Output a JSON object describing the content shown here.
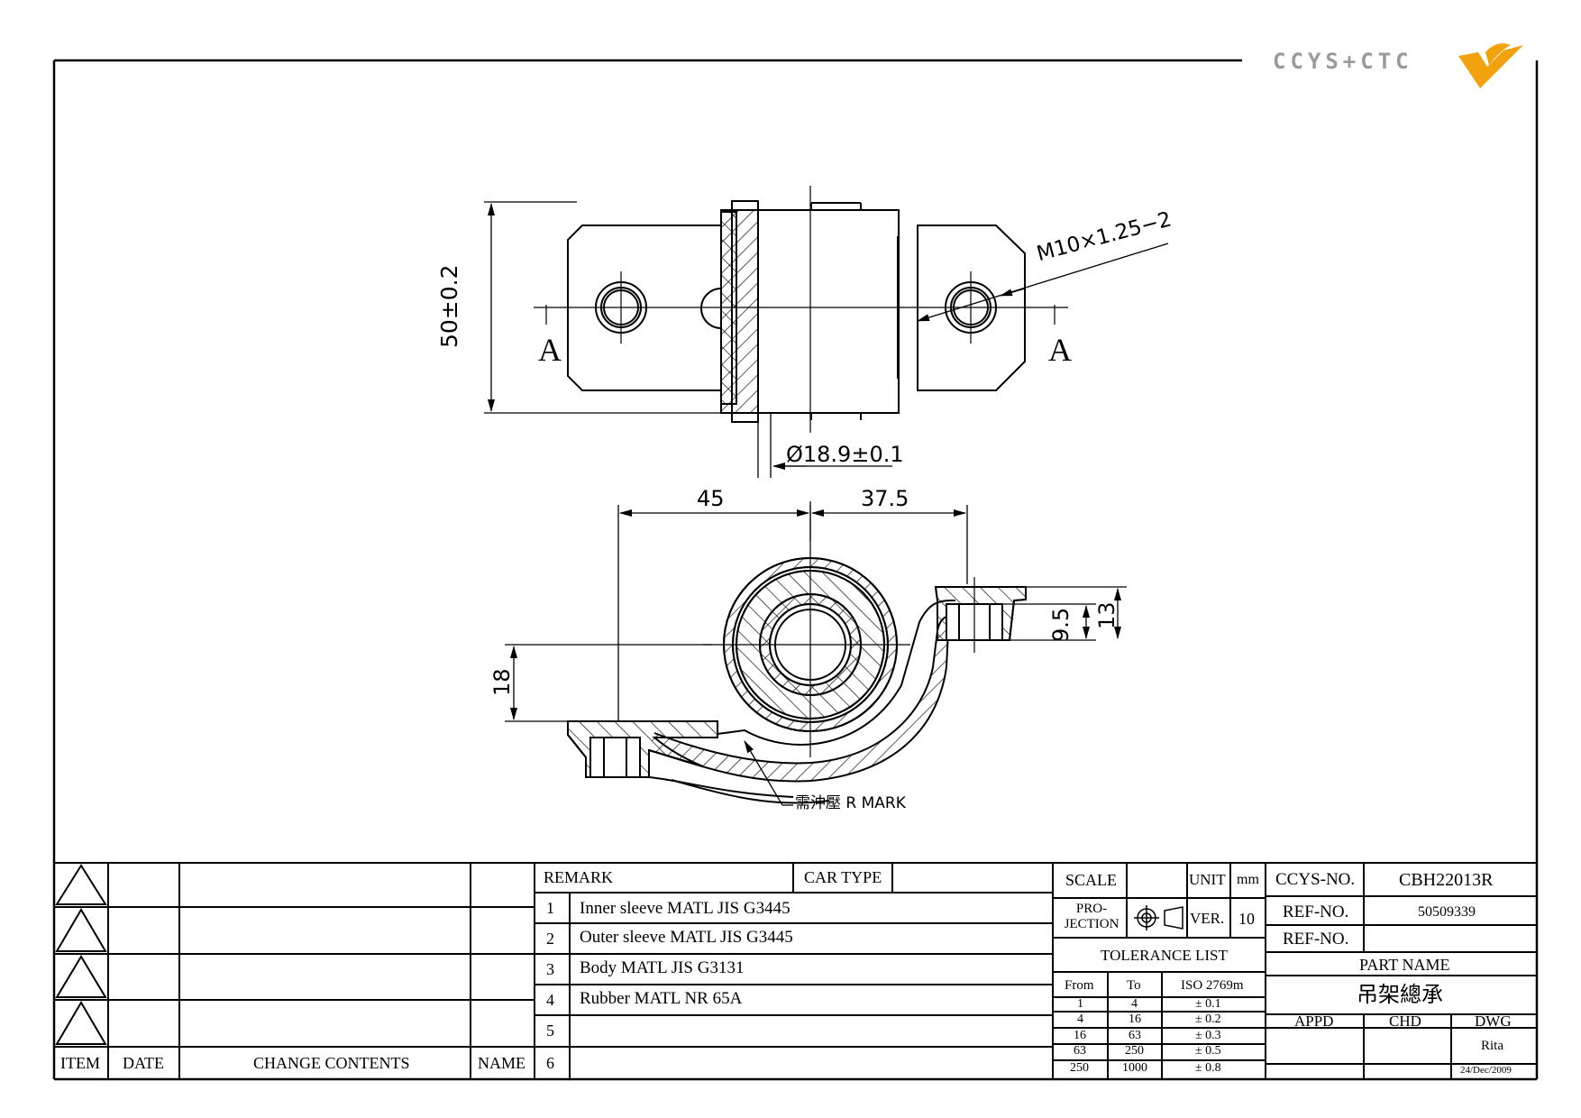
{
  "logo": {
    "text": "CCYS+CTC",
    "colors": {
      "letters": "#9a9a9a",
      "emblem": "#f2a20c"
    }
  },
  "drawing": {
    "dimensions": {
      "height": "50±0.2",
      "thread": "M10×1.25−2",
      "diameter": "Ø18.9±0.1",
      "left_length": "45",
      "right_length": "37.5",
      "nut_inner": "9.5",
      "nut_outer": "13",
      "axis_height": "18"
    },
    "section_marks": {
      "left": "A",
      "right": "A"
    },
    "callout": "需沖壓  R MARK"
  },
  "revision_block": {
    "headers": {
      "item": "ITEM",
      "date": "DATE",
      "change_contents": "CHANGE CONTENTS",
      "name": "NAME"
    }
  },
  "remarks": {
    "remark_label": "REMARK",
    "car_type_label": "CAR TYPE",
    "car_type_value": "",
    "items": [
      {
        "no": "1",
        "text": "Inner sleeve MATL JIS G3445"
      },
      {
        "no": "2",
        "text": "Outer sleeve MATL JIS G3445"
      },
      {
        "no": "3",
        "text": "Body MATL JIS G3131"
      },
      {
        "no": "4",
        "text": "Rubber MATL NR 65A"
      },
      {
        "no": "5",
        "text": ""
      },
      {
        "no": "6",
        "text": ""
      }
    ]
  },
  "tolerance": {
    "scale_label": "SCALE",
    "scale_value": "",
    "unit_label": "UNIT",
    "unit_value": "mm",
    "projection_label": "PRO-JECTION",
    "ver_label": "VER.",
    "ver_value": "10",
    "list_title": "TOLERANCE LIST",
    "headers": {
      "from": "From",
      "to": "To",
      "iso": "ISO 2769m"
    },
    "rows": [
      {
        "from": "1",
        "to": "4",
        "tol": "± 0.1"
      },
      {
        "from": "4",
        "to": "16",
        "tol": "± 0.2"
      },
      {
        "from": "16",
        "to": "63",
        "tol": "± 0.3"
      },
      {
        "from": "63",
        "to": "250",
        "tol": "± 0.5"
      },
      {
        "from": "250",
        "to": "1000",
        "tol": "± 0.8"
      }
    ]
  },
  "title_block": {
    "ccys_no_label": "CCYS-NO.",
    "ccys_no_value": "CBH22013R",
    "ref_no_label": "REF-NO.",
    "ref_no_value": "50509339",
    "ref_no2_label": "REF-NO.",
    "ref_no2_value": "",
    "part_name_label": "PART NAME",
    "part_name_value": "吊架總承",
    "appd_label": "APPD",
    "chd_label": "CHD",
    "dwg_label": "DWG",
    "drawn_by": "Rita",
    "date": "24/Dec/2009"
  }
}
